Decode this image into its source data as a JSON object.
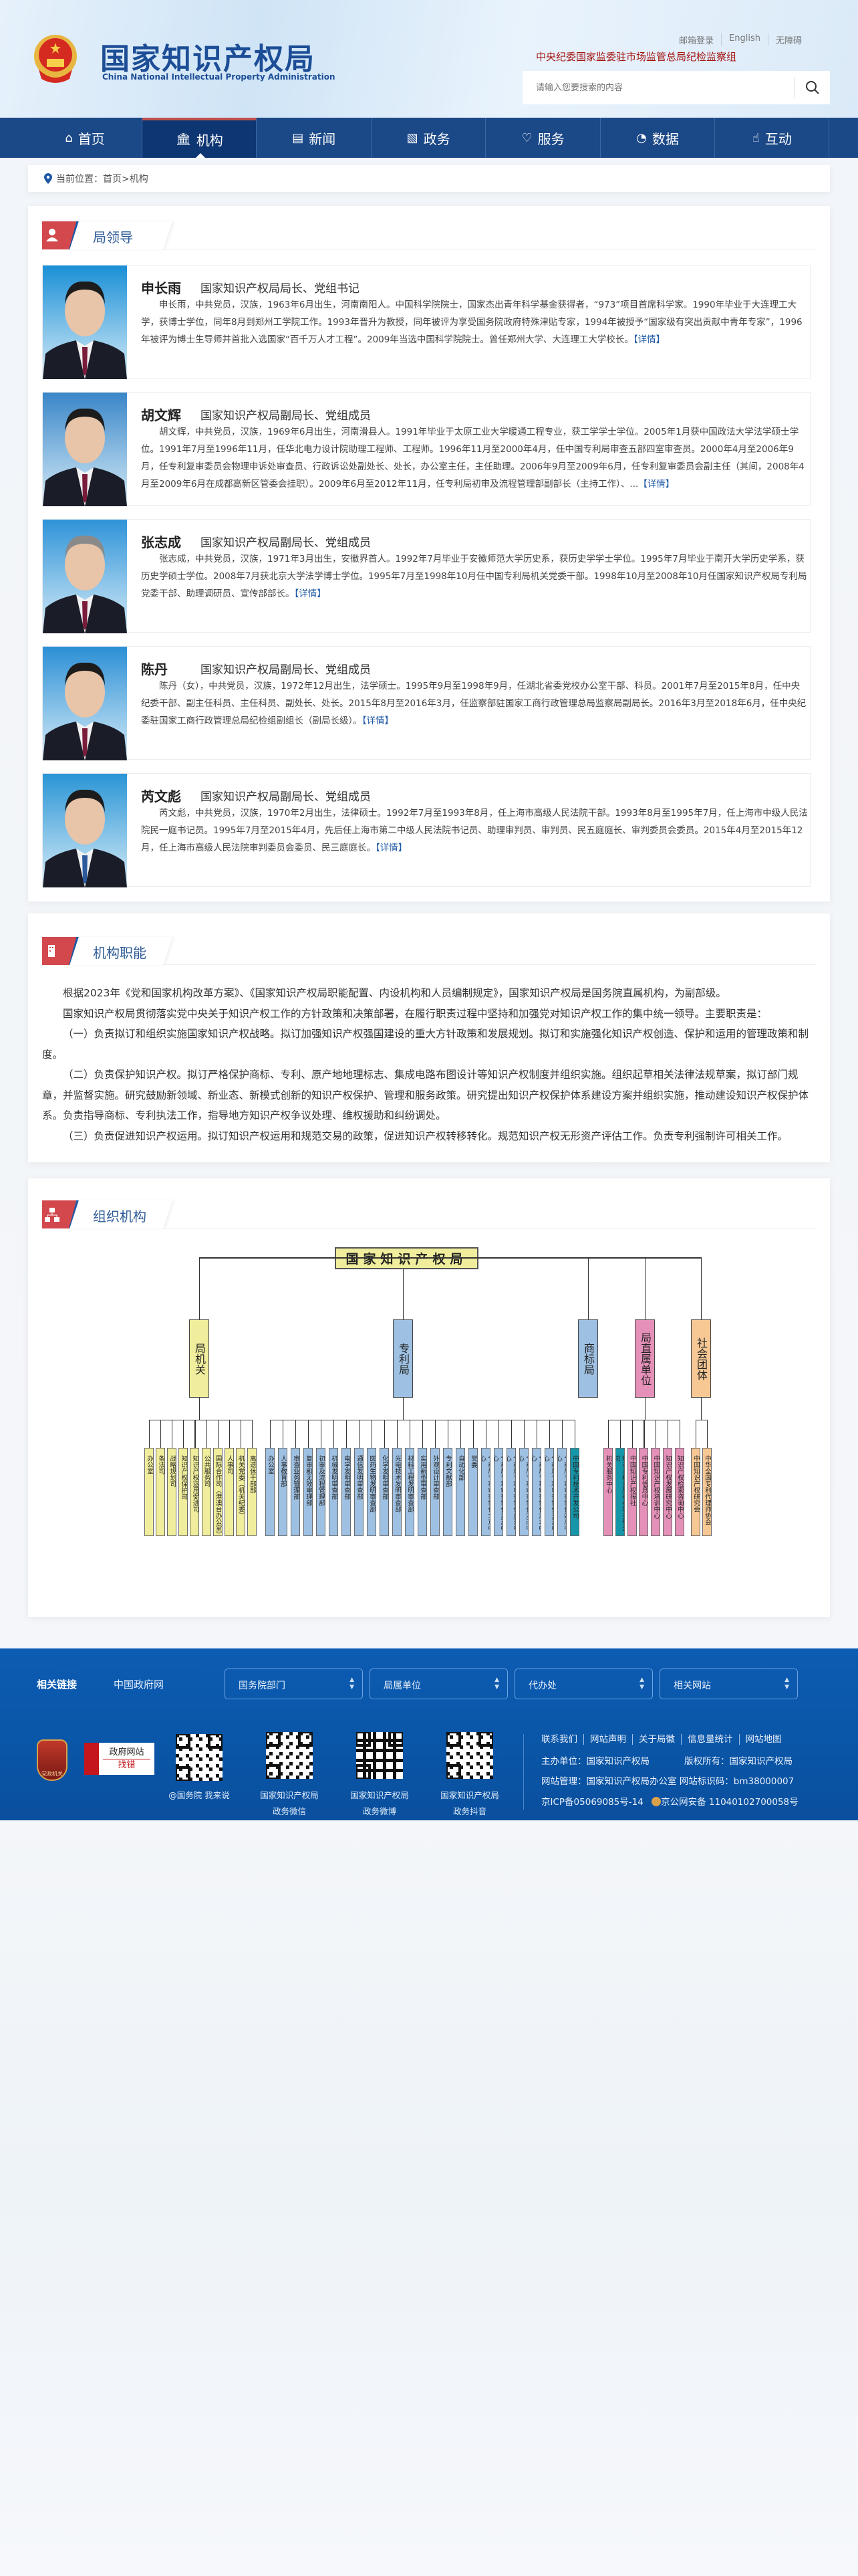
{
  "header": {
    "title": "国家知识产权局",
    "subtitle": "China National Intellectual Property Administration",
    "top_links": [
      "邮箱登录",
      "English",
      "无障碍"
    ],
    "red_link": "中央纪委国家监委驻市场监管总局纪检监察组",
    "search_placeholder": "请输入您要搜索的内容"
  },
  "nav": {
    "items": [
      {
        "label": "首页",
        "icon": "home-icon"
      },
      {
        "label": "机构",
        "icon": "institution-icon",
        "active": true
      },
      {
        "label": "新闻",
        "icon": "news-icon"
      },
      {
        "label": "政务",
        "icon": "document-icon"
      },
      {
        "label": "服务",
        "icon": "service-icon"
      },
      {
        "label": "数据",
        "icon": "chart-icon"
      },
      {
        "label": "互动",
        "icon": "hand-icon"
      }
    ]
  },
  "breadcrumb": {
    "prefix": "当前位置：",
    "path": "首页>机构"
  },
  "leaders_section": {
    "title": "局领导",
    "more_label": "【详情】",
    "leaders": [
      {
        "name": "申长雨",
        "position": "国家知识产权局局长、党组书记",
        "bio": "申长雨，中共党员，汉族，1963年6月出生，河南南阳人。中国科学院院士，国家杰出青年科学基金获得者，“973”项目首席科学家。1990年毕业于大连理工大学，获博士学位，同年8月到郑州工学院工作。1993年晋升为教授，同年被评为享受国务院政府特殊津贴专家，1994年被授予“国家级有突出贡献中青年专家”，1996年被评为博士生导师并首批入选国家“百千万人才工程”。2009年当选中国科学院院士。曾任郑州大学、大连理工大学校长。"
      },
      {
        "name": "胡文辉",
        "position": "国家知识产权局副局长、党组成员",
        "bio": "胡文辉，中共党员，汉族，1969年6月出生，河南滑县人。1991年毕业于太原工业大学暖通工程专业，获工学学士学位。2005年1月获中国政法大学法学硕士学位。1991年7月至1996年11月，任华北电力设计院助理工程师、工程师。1996年11月至2000年4月，任中国专利局审查五部四室审查员。2000年4月至2006年9月，任专利复审委员会物理申诉处审查员、行政诉讼处副处长、处长，办公室主任，主任助理。2006年9月至2009年6月，任专利复审委员会副主任（其间，2008年4月至2009年6月在成都高新区管委会挂职）。2009年6月至2012年11月，任专利局初审及流程管理部副部长（主持工作）、..."
      },
      {
        "name": "张志成",
        "position": "国家知识产权局副局长、党组成员",
        "bio": "张志成，中共党员，汉族，1971年3月出生，安徽界首人。1992年7月毕业于安徽师范大学历史系，获历史学学士学位。1995年7月毕业于南开大学历史学系，获历史学硕士学位。2008年7月获北京大学法学博士学位。1995年7月至1998年10月任中国专利局机关党委干部。1998年10月至2008年10月任国家知识产权局专利局党委干部、助理调研员、宣传部部长。"
      },
      {
        "name": "陈丹",
        "position": "国家知识产权局副局长、党组成员",
        "bio": "陈丹（女），中共党员，汉族，1972年12月出生，法学硕士。1995年9月至1998年9月，任湖北省委党校办公室干部、科员。2001年7月至2015年8月，任中央纪委干部、副主任科员、主任科员、副处长、处长。2015年8月至2016年3月，任监察部驻国家工商行政管理总局监察局副局长。2016年3月至2018年6月，任中央纪委驻国家工商行政管理总局纪检组副组长（副局长级）。"
      },
      {
        "name": "芮文彪",
        "position": "国家知识产权局副局长、党组成员",
        "bio": "芮文彪，中共党员，汉族，1970年2月出生，法律硕士。1992年7月至1993年8月，任上海市高级人民法院干部。1993年8月至1995年7月，任上海市中级人民法院民一庭书记员。1995年7月至2015年4月，先后任上海市第二中级人民法院书记员、助理审判员、审判员、民五庭庭长、审判委员会委员。2015年4月至2015年12月，任上海市高级人民法院审判委员会委员、民三庭庭长。"
      }
    ]
  },
  "functions_section": {
    "title": "机构职能",
    "paragraphs": [
      "根据2023年《党和国家机构改革方案》、《国家知识产权局职能配置、内设机构和人员编制规定》，国家知识产权局是国务院直属机构，为副部级。",
      "国家知识产权局贯彻落实党中央关于知识产权工作的方针政策和决策部署，在履行职责过程中坚持和加强党对知识产权工作的集中统一领导。主要职责是：",
      "（一）负责拟订和组织实施国家知识产权战略。拟订加强知识产权强国建设的重大方针政策和发展规划。拟订和实施强化知识产权创造、保护和运用的管理政策和制度。",
      "（二）负责保护知识产权。拟订严格保护商标、专利、原产地地理标志、集成电路布图设计等知识产权制度并组织实施。组织起草相关法律法规草案，拟订部门规章，并监督实施。研究鼓励新领域、新业态、新模式创新的知识产权保护、管理和服务政策。研究提出知识产权保护体系建设方案并组织实施，推动建设知识产权保护体系。负责指导商标、专利执法工作，指导地方知识产权争议处理、维权援助和纠纷调处。",
      "（三）负责促进知识产权运用。拟订知识产权运用和规范交易的政策，促进知识产权转移转化。规范知识产权无形资产评估工作。负责专利强制许可相关工作。"
    ]
  },
  "org_section": {
    "title": "组织机构",
    "root": "国家知识产权局",
    "colors": {
      "yellow": "#f0ee9c",
      "blue": "#9ec0e2",
      "teal": "#1596a9",
      "pink": "#e590b8",
      "orange": "#f7c894"
    },
    "branches": [
      {
        "label": "局机关",
        "color": "yellow",
        "children": [
          [
            "办公室",
            "yellow"
          ],
          [
            "条法司",
            "yellow"
          ],
          [
            "战略规划司",
            "yellow"
          ],
          [
            "知识产权保护司",
            "yellow"
          ],
          [
            "知识产权运用促进司",
            "yellow"
          ],
          [
            "公共服务司",
            "yellow"
          ],
          [
            "国际合作司（港澳台办公室）",
            "yellow"
          ],
          [
            "人事司",
            "yellow"
          ],
          [
            "机关党委（机关纪委）",
            "yellow"
          ],
          [
            "离退休干部部",
            "yellow"
          ]
        ]
      },
      {
        "label": "专利局",
        "color": "blue",
        "children": [
          [
            "办公室",
            "blue"
          ],
          [
            "人事教育部",
            "blue"
          ],
          [
            "审查业务管理部",
            "blue"
          ],
          [
            "复审和无效审理部",
            "blue"
          ],
          [
            "初审及流程管理部",
            "blue"
          ],
          [
            "机械发明审查部",
            "blue"
          ],
          [
            "电学发明审查部",
            "blue"
          ],
          [
            "通信发明审查部",
            "blue"
          ],
          [
            "医药生物发明审查部",
            "blue"
          ],
          [
            "化学发明审查部",
            "blue"
          ],
          [
            "光电技术发明审查部",
            "blue"
          ],
          [
            "材料工程发明审查部",
            "blue"
          ],
          [
            "实用新型审查部",
            "blue"
          ],
          [
            "外观设计审查部",
            "blue"
          ],
          [
            "专利文献部",
            "blue"
          ],
          [
            "自动化部",
            "blue"
          ],
          [
            "党委",
            "blue"
          ],
          [
            "专利局专利审查协作北京中心",
            "blue"
          ],
          [
            "专利局专利审查协作江苏中心",
            "blue"
          ],
          [
            "专利局专利审查协作广东中心",
            "blue"
          ],
          [
            "专利局专利审查协作河南中心",
            "blue"
          ],
          [
            "专利局专利审查协作湖北中心",
            "blue"
          ],
          [
            "专利局专利审查协作天津中心",
            "blue"
          ],
          [
            "专利局专利审查协作四川中心",
            "blue"
          ],
          [
            "中国专利技术开发公司",
            "teal"
          ]
        ]
      },
      {
        "label": "商标局",
        "color": "blue",
        "children": []
      },
      {
        "label": "局直属单位",
        "color": "pink",
        "children": [
          [
            "机关服务中心",
            "pink"
          ],
          [
            "知识产权出版社有限责任公司",
            "teal"
          ],
          [
            "中国知识产权报社",
            "pink"
          ],
          [
            "中国专利信息中心",
            "pink"
          ],
          [
            "中国知识产权培训中心",
            "pink"
          ],
          [
            "知识产权发展研究中心",
            "pink"
          ],
          [
            "知识产权检索咨询中心",
            "pink"
          ]
        ]
      },
      {
        "label": "社会团体",
        "color": "orange",
        "children": [
          [
            "中国知识产权研究会",
            "orange"
          ],
          [
            "中华全国专利代理师协会",
            "orange"
          ]
        ]
      }
    ]
  },
  "footer": {
    "links_label": "相关链接",
    "gov_link": "中国政府网",
    "selects": [
      "国务院部门",
      "局属单位",
      "代办处",
      "相关网站"
    ],
    "badge_text": "党政机关",
    "error_badge": [
      "政府网站",
      "找错"
    ],
    "qrcodes": [
      [
        "@国务院 我来说",
        ""
      ],
      [
        "国家知识产权局",
        "政务微信"
      ],
      [
        "国家知识产权局",
        "政务微博"
      ],
      [
        "国家知识产权局",
        "政务抖音"
      ]
    ],
    "bottom_links": [
      "联系我们",
      "网站声明",
      "关于局徽",
      "信息量统计",
      "网站地图"
    ],
    "sponsor": "主办单位：国家知识产权局",
    "copyright": "版权所有：国家知识产权局",
    "manager": "网站管理：国家知识产权局办公室 网站标识码：bm38000007",
    "icp": "京ICP备05069085号-14",
    "police": "京公网安备 11040102700058号"
  }
}
